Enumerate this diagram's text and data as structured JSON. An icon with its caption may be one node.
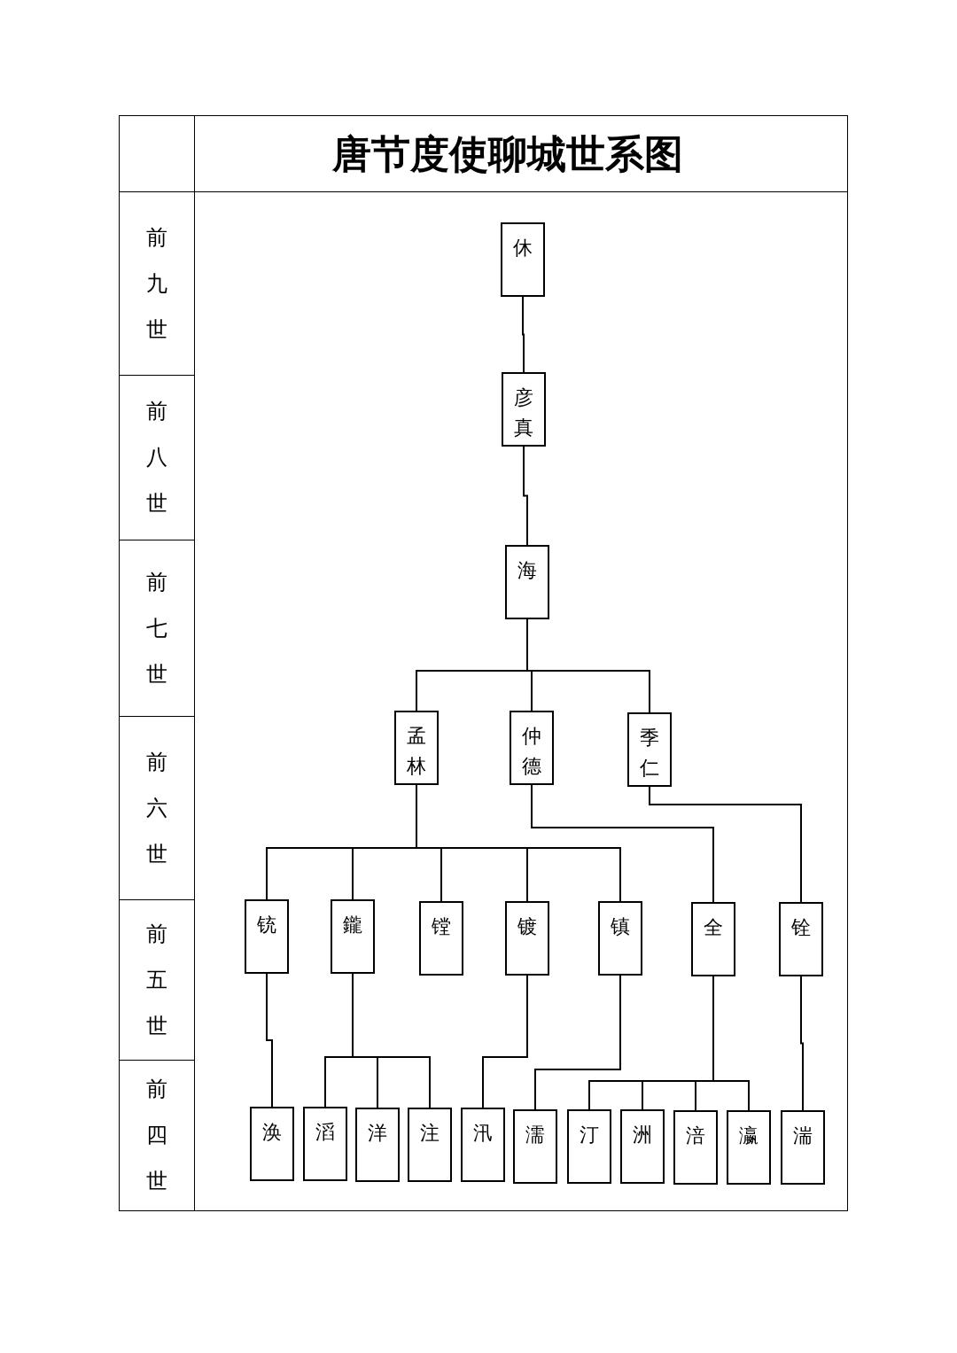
{
  "diagram": {
    "title": "唐节度使聊城世系图",
    "nodes": [
      {
        "text": [
          "休"
        ]
      },
      {
        "text": [
          "彦真"
        ]
      },
      {
        "text": [
          "海"
        ]
      },
      {
        "text": [
          "孟林"
        ]
      },
      {
        "text": [
          "仲德"
        ]
      },
      {
        "text": [
          "季仁"
        ]
      },
      {
        "text": [
          "铳"
        ]
      },
      {
        "text": [
          "鑨"
        ]
      },
      {
        "text": [
          "镗"
        ]
      },
      {
        "text": [
          "镀"
        ]
      },
      {
        "text": [
          "镇"
        ]
      },
      {
        "text": [
          "全"
        ]
      },
      {
        "text": [
          "铨"
        ]
      },
      {
        "text": [
          "涣"
        ]
      },
      {
        "text": [
          "滔"
        ]
      },
      {
        "text": [
          "洋"
        ]
      },
      {
        "text": [
          "注"
        ]
      },
      {
        "text": [
          "汛"
        ]
      },
      {
        "text": [
          "濡"
        ]
      },
      {
        "text": [
          "汀"
        ]
      },
      {
        "text": [
          "洲"
        ]
      },
      {
        "text": [
          "涪"
        ]
      },
      {
        "text": [
          "瀛"
        ]
      },
      {
        "text": [
          "湍"
        ]
      }
    ],
    "edges": [
      {
        "from": 0,
        "to": 1,
        "arrow": "none"
      },
      {
        "from": 1,
        "to": 2,
        "arrow": "none"
      },
      {
        "from": 2,
        "to": 3,
        "arrow": "none"
      },
      {
        "from": 2,
        "to": 4,
        "arrow": "none"
      },
      {
        "from": 2,
        "to": 5,
        "arrow": "none"
      },
      {
        "from": 3,
        "to": 6,
        "arrow": "none"
      },
      {
        "from": 3,
        "to": 7,
        "arrow": "none"
      },
      {
        "from": 3,
        "to": 8,
        "arrow": "none"
      },
      {
        "from": 3,
        "to": 9,
        "arrow": "none"
      },
      {
        "from": 3,
        "to": 10,
        "arrow": "none"
      },
      {
        "from": 4,
        "to": 11,
        "arrow": "none"
      },
      {
        "from": 5,
        "to": 12,
        "arrow": "none"
      },
      {
        "from": 6,
        "to": 13,
        "arrow": "none"
      },
      {
        "from": 7,
        "to": 14,
        "arrow": "none"
      },
      {
        "from": 7,
        "to": 15,
        "arrow": "none"
      },
      {
        "from": 7,
        "to": 16,
        "arrow": "none"
      },
      {
        "from": 9,
        "to": 17,
        "arrow": "none"
      },
      {
        "from": 10,
        "to": 18,
        "arrow": "none"
      },
      {
        "from": 11,
        "to": 19,
        "arrow": "none"
      },
      {
        "from": 11,
        "to": 20,
        "arrow": "none"
      },
      {
        "from": 11,
        "to": 21,
        "arrow": "none"
      },
      {
        "from": 11,
        "to": 22,
        "arrow": "none"
      },
      {
        "from": 12,
        "to": 23,
        "arrow": "none"
      }
    ],
    "labels": [
      "前九世",
      "前八世",
      "前七世",
      "前六世",
      "前五世",
      "前四世"
    ]
  }
}
